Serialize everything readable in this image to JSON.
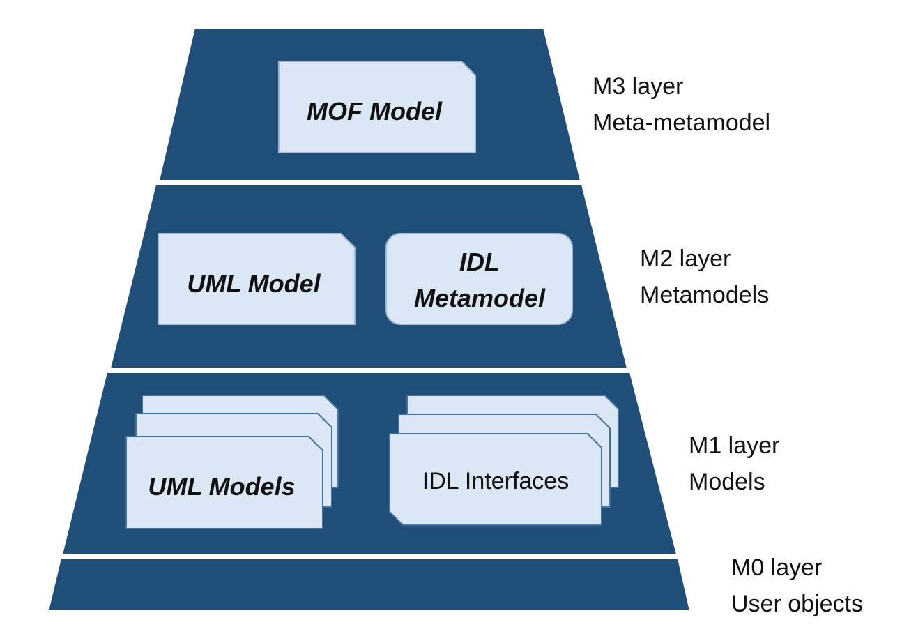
{
  "layers": [
    {
      "id": "m3",
      "name": "M3 layer",
      "description": "Meta-metamodel"
    },
    {
      "id": "m2",
      "name": "M2 layer",
      "description": "Metamodels"
    },
    {
      "id": "m1",
      "name": "M1 layer",
      "description": "Models"
    },
    {
      "id": "m0",
      "name": "M0 layer",
      "description": "User objects"
    }
  ],
  "boxes": {
    "mof_model": "MOF Model",
    "uml_model": "UML Model",
    "idl_metamodel_line1": "IDL",
    "idl_metamodel_line2": "Metamodel",
    "uml_models": "UML Models",
    "idl_interfaces": "IDL Interfaces"
  },
  "colors": {
    "tier_fill": "#1f4e79",
    "box_fill": "#dbe7f5",
    "separator": "#ffffff"
  }
}
